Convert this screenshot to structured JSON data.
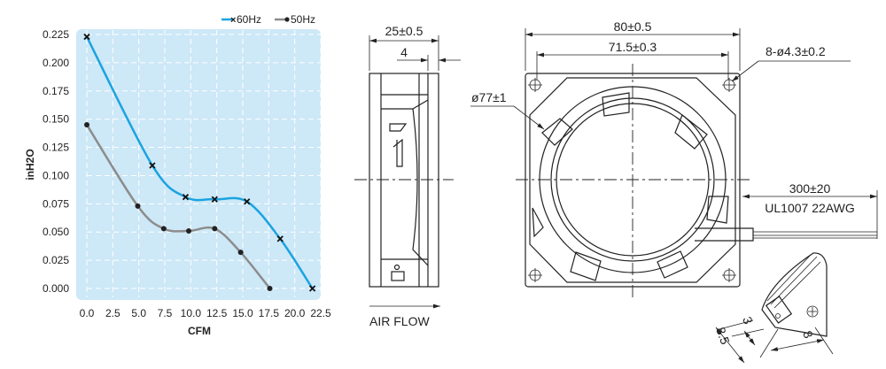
{
  "chart_data": {
    "type": "line",
    "title": "",
    "xlabel": "CFM",
    "ylabel": "inH2O",
    "xlim": [
      0,
      22.5
    ],
    "ylim": [
      0,
      0.225
    ],
    "x_ticks": [
      "0.0",
      "2.5",
      "5.0",
      "7.5",
      "10.0",
      "12.5",
      "15.0",
      "17.5",
      "20.0",
      "22.5"
    ],
    "y_ticks": [
      "0.000",
      "0.025",
      "0.050",
      "0.075",
      "0.100",
      "0.125",
      "0.150",
      "0.175",
      "0.200",
      "0.225"
    ],
    "grid": true,
    "legend_position": "top-right",
    "series": [
      {
        "name": "60Hz",
        "color": "#1aa3e0",
        "marker": "x",
        "points": [
          [
            0,
            0.223
          ],
          [
            6.3,
            0.109
          ],
          [
            9.5,
            0.081
          ],
          [
            12.3,
            0.079
          ],
          [
            15.4,
            0.077
          ],
          [
            18.6,
            0.044
          ],
          [
            21.7,
            0.0
          ]
        ]
      },
      {
        "name": "50Hz",
        "color": "#8c8c8c",
        "marker": "dot",
        "points": [
          [
            0,
            0.145
          ],
          [
            4.9,
            0.073
          ],
          [
            7.4,
            0.053
          ],
          [
            9.8,
            0.051
          ],
          [
            12.3,
            0.053
          ],
          [
            14.8,
            0.032
          ],
          [
            17.6,
            0.0
          ]
        ]
      }
    ],
    "background_color": "#cde8f7"
  },
  "drawing": {
    "side_width": "25±0.5",
    "side_offset": "4",
    "air_flow": "AIR FLOW",
    "frame_size": "80±0.5",
    "hole_pitch": "71.5±0.3",
    "holes": "8-ø4.3±0.2",
    "diameter": "ø77±1",
    "lead_length": "300±20",
    "lead_spec": "UL1007 22AWG",
    "term_a": "8.5",
    "term_b": "3",
    "term_c": "8"
  }
}
